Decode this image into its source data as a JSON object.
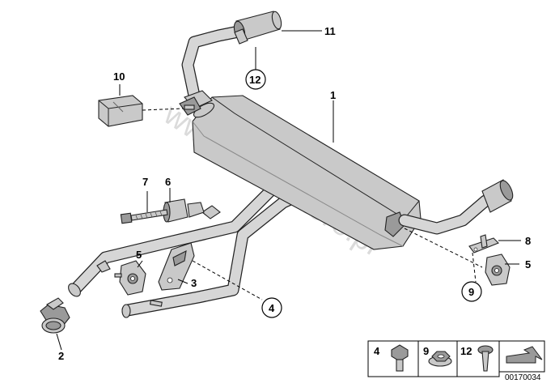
{
  "diagram": {
    "callouts": [
      "1",
      "2",
      "3",
      "4",
      "5",
      "6",
      "7",
      "8",
      "9",
      "10",
      "11",
      "12",
      "5"
    ],
    "watermark": "www.BMWstore.pl",
    "legend": {
      "items": [
        "4",
        "9",
        "12"
      ]
    },
    "doc_number": "00170034"
  }
}
